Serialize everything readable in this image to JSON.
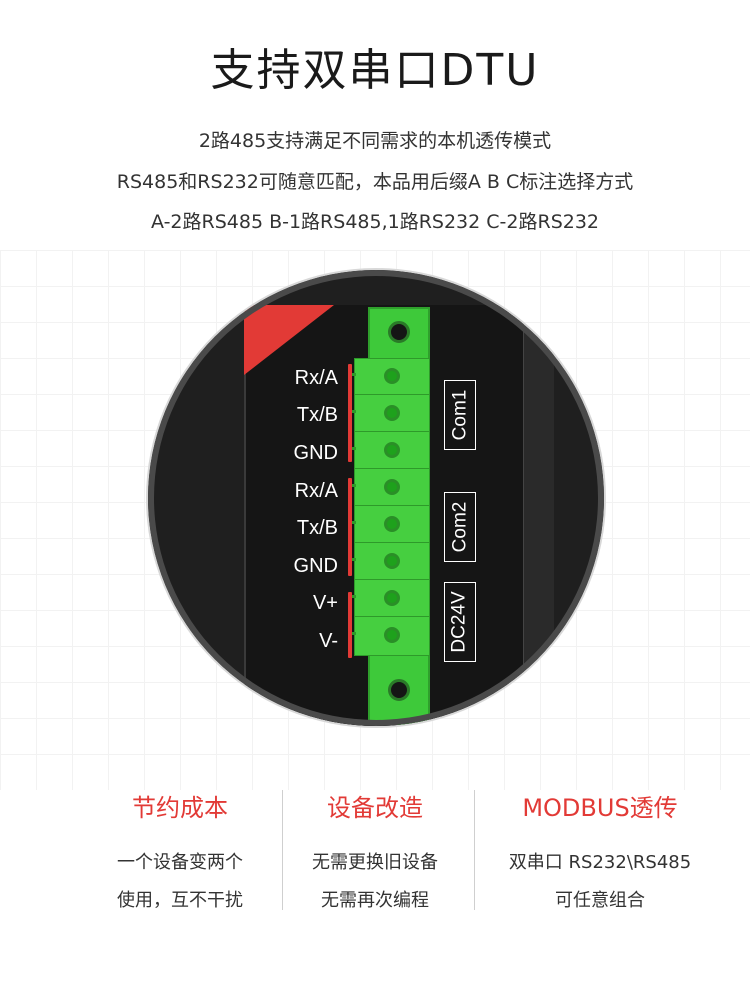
{
  "title": "支持双串口DTU",
  "description": [
    "2路485支持满足不同需求的本机透传模式",
    "RS485和RS232可随意匹配，本品用后缀A B C标注选择方式",
    "A-2路RS485  B-1路RS485,1路RS232  C-2路RS232"
  ],
  "device": {
    "pins": [
      "Rx/A",
      "Tx/B",
      "GND",
      "Rx/A",
      "Tx/B",
      "GND",
      "V+",
      "V-"
    ],
    "ports": [
      "Com1",
      "Com2",
      "DC24V"
    ],
    "colors": {
      "terminal": "#3ec93a",
      "accent": "#e23a36",
      "body": "#1f1f1f"
    }
  },
  "features": [
    {
      "title": "节约成本",
      "lines": [
        "一个设备变两个",
        "使用，互不干扰"
      ]
    },
    {
      "title": "设备改造",
      "lines": [
        "无需更换旧设备",
        "无需再次编程"
      ]
    },
    {
      "title": "MODBUS透传",
      "lines": [
        "双串口  RS232\\RS485",
        "可任意组合"
      ]
    }
  ]
}
